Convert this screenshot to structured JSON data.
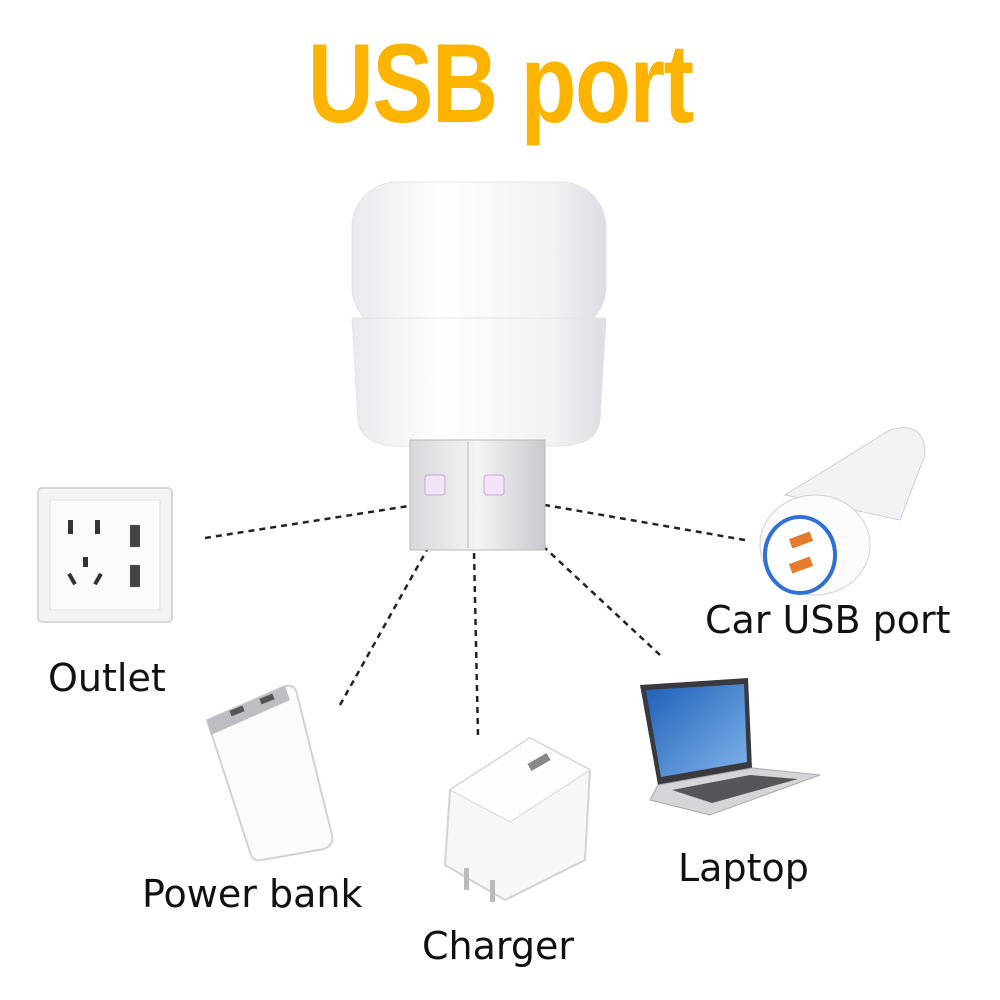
{
  "title": "USB port",
  "colors": {
    "title": "#FDB400",
    "text": "#111111",
    "dashed_line": "#222222"
  },
  "labels": {
    "outlet": "Outlet",
    "car": "Car USB port",
    "power_bank": "Power bank",
    "charger": "Charger",
    "laptop": "Laptop"
  }
}
